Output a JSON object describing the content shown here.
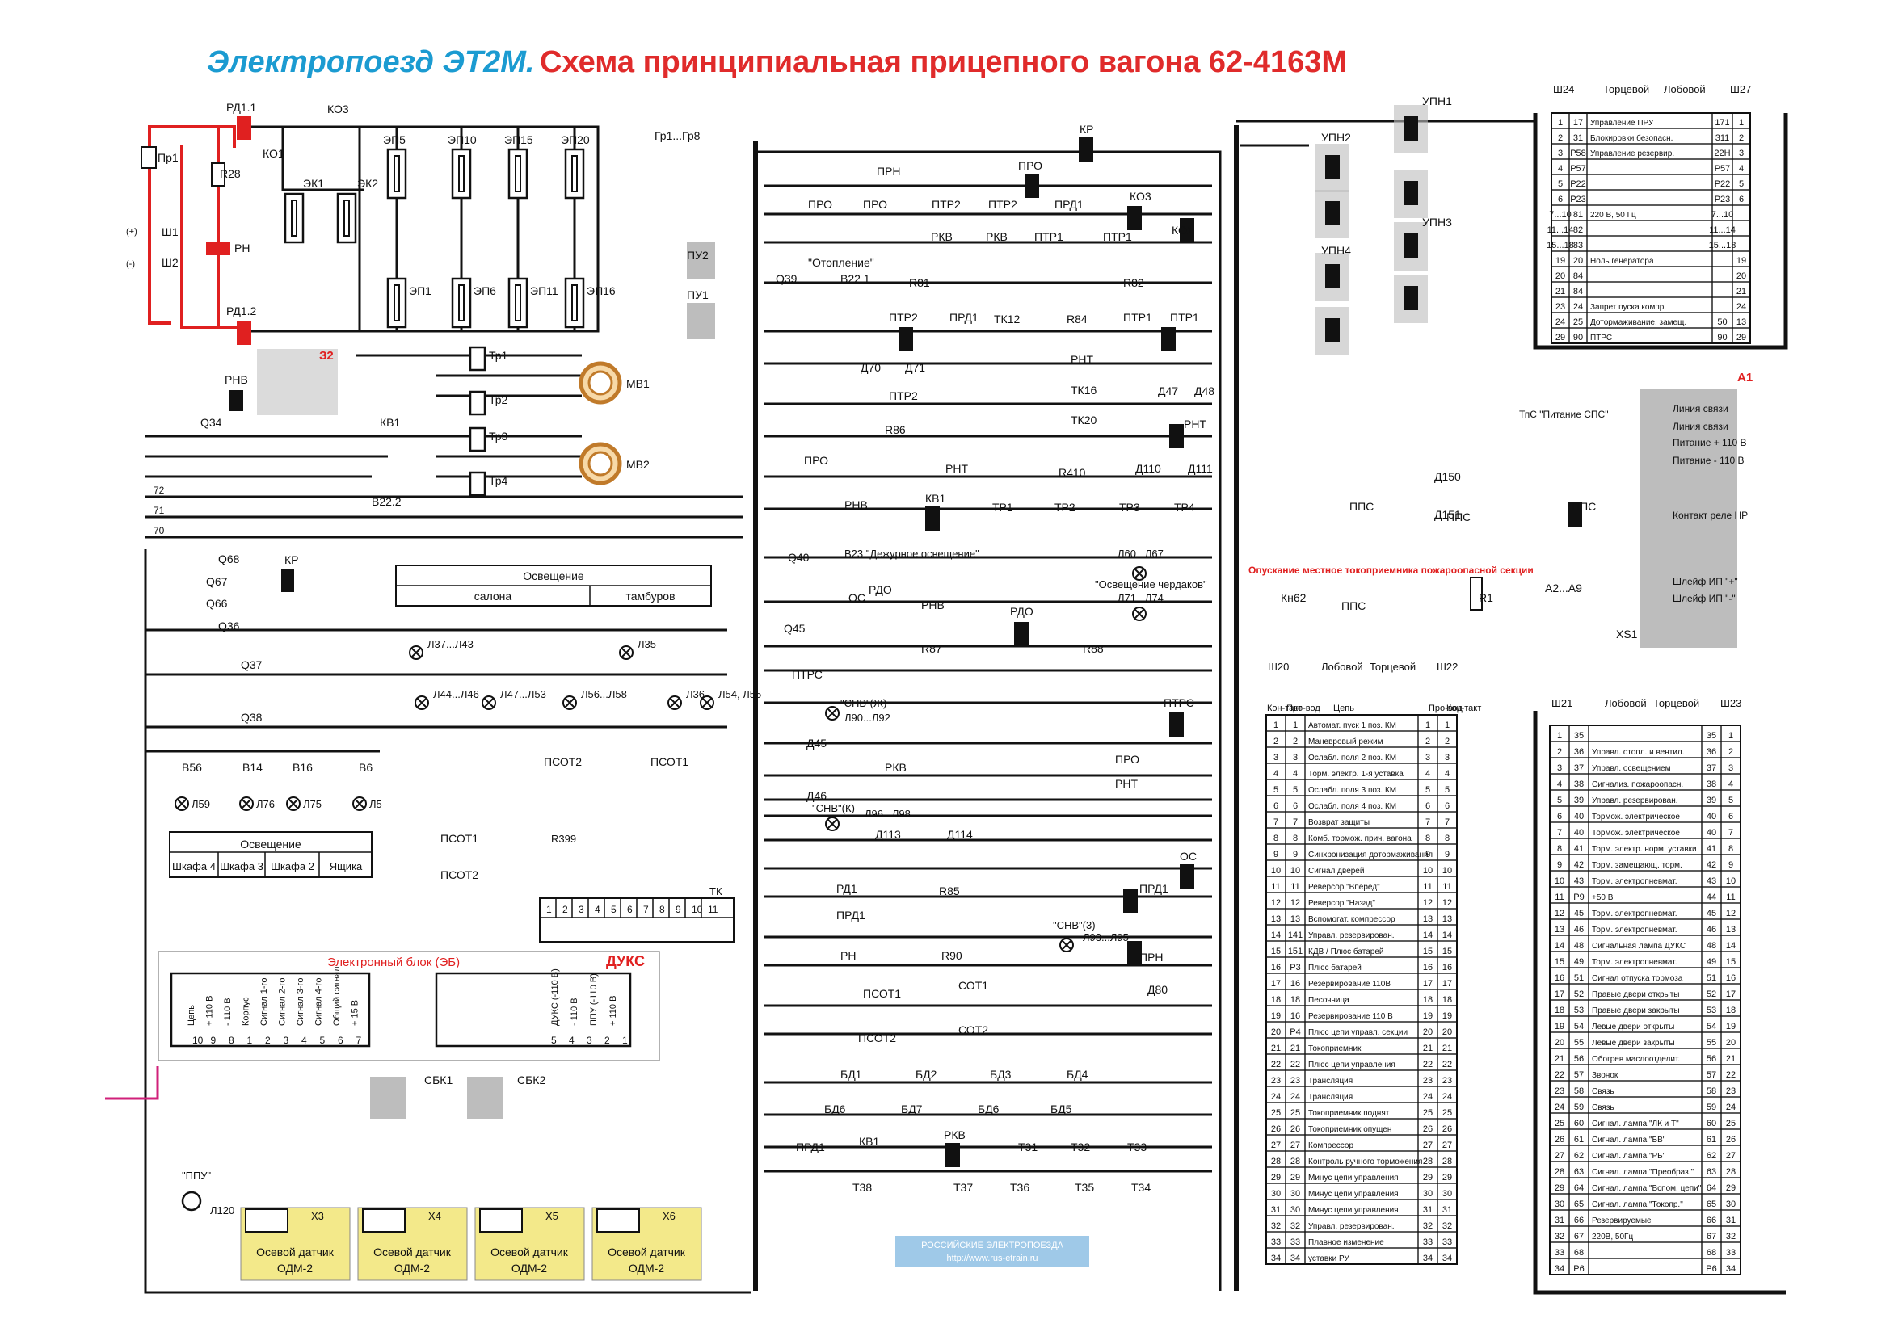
{
  "header": {
    "train": "Электропоезд ЭТ2М.",
    "title": "Схема принципиальная прицепного вагона 62-4163М"
  },
  "colors": {
    "wire": "#111111",
    "red_circuit": "#e02020",
    "magenta": "#d0207a",
    "sensor_fill": "#f3e98a",
    "shaded_block": "#bdbdbd",
    "title_blue": "#1b9bd1",
    "title_red": "#e02b2b"
  },
  "components": {
    "rd11": "РД1.1",
    "rd12": "РД1.2",
    "pr1": "Пр1",
    "r28": "R28",
    "rn": "РН",
    "sh1": "Ш1",
    "sh2": "Ш2",
    "ko3": "КО3",
    "ko1": "КО1",
    "ek1": "ЭК1",
    "ek2": "ЭК2",
    "ep5": "ЭП5",
    "ep10": "ЭП10",
    "ep15": "ЭП15",
    "ep20": "ЭП20",
    "ep1": "ЭП1",
    "ep6": "ЭП6",
    "ep11": "ЭП11",
    "ep16": "ЭП16",
    "rnv": "РНВ",
    "z2": "З2",
    "mv1": "МВ1",
    "mv2": "МВ2",
    "tr1": "Тр1",
    "tr2": "Тр2",
    "tr3": "Тр3",
    "tr4": "Тр4",
    "q34": "Q34",
    "kv1": "КВ1",
    "v222": "В22.2",
    "gr": "Гр1...Гр8",
    "pu2": "ПУ2",
    "pu1": "ПУ1",
    "upn1": "УПН1",
    "upn2": "УПН2",
    "upn3": "УПН3",
    "upn4": "УПН4",
    "kr": "КР",
    "pro": "ПРО",
    "prn": "ПРН",
    "ptr2": "ПТР2",
    "prd1": "ПРД1",
    "rkv": "РКВ",
    "ptr1": "ПТР1",
    "heating": "\"Отопление\"",
    "q39": "Q39",
    "v221": "В22.1",
    "r81": "R81",
    "r82": "R82",
    "tk12": "ТК12",
    "r84": "R84",
    "rnt": "РНТ",
    "tk16": "ТК16",
    "tk20": "ТК20",
    "d70": "Д70",
    "d71": "Д71",
    "r86": "R86",
    "d47": "Д47",
    "d48": "Д48",
    "r410": "R410",
    "d110": "Д110",
    "d111": "Д111",
    "rnv2": "РНВ",
    "kv1b": "КВ1",
    "tp1": "ТР1",
    "tp2": "ТР2",
    "tp3": "ТР3",
    "tp4": "ТР4",
    "q40": "Q40",
    "v23": "В23 \"Дежурное освещение\"",
    "l60": "Л60...Л67",
    "attic": "\"Освещение чердаков\"",
    "os": "ОС",
    "rdo": "РДО",
    "l71": "Л71...Л74",
    "q45": "Q45",
    "r87": "R87",
    "r88": "R88",
    "ptrs": "ПТРС",
    "snvzh": "\"СНВ\"(Ж)",
    "l90": "Л90...Л92",
    "d45": "Д45",
    "d46": "Д46",
    "psot2": "ПСОТ2",
    "psot1": "ПСОТ1",
    "snvk": "\"СНВ\"(К)",
    "l96": "Л96...Л98",
    "d113": "Д113",
    "d114": "Д114",
    "rd1": "РД1",
    "r85": "R85",
    "snv3": "\"СНВ\"(3)",
    "l93": "Л93...Л95",
    "rn2": "РН",
    "r90": "R90",
    "d80": "Д80",
    "sot1": "СОТ1",
    "sot2": "СОТ2",
    "bd1": "БД1",
    "bd2": "БД2",
    "bd3": "БД3",
    "bd4": "БД4",
    "bd5": "БД5",
    "bd6": "БД6",
    "bd7": "БД7",
    "t31": "Т31",
    "t32": "Т32",
    "t33": "Т33",
    "t34": "Т34",
    "t35": "Т35",
    "t36": "Т36",
    "t37": "Т37",
    "t38": "Т38",
    "q68": "Q68",
    "q67": "Q67",
    "q66": "Q66",
    "q36": "Q36",
    "q37": "Q37",
    "q38": "Q38",
    "l37": "Л37...Л43",
    "l35": "Л35",
    "l44": "Л44...Л46",
    "l47": "Л47...Л53",
    "l56": "Л56...Л58",
    "l36": "Л36",
    "l54": "Л54, Л55",
    "v56": "В56",
    "v14": "В14",
    "v16": "В16",
    "v6": "В6",
    "l59": "Л59",
    "l76": "Л76",
    "l75": "Л75",
    "l5": "Л5",
    "r399": "R399",
    "tk": "ТК",
    "eb": "Электронный блок (ЭБ)",
    "duks": "ДУКС",
    "sbk1": "СБК1",
    "sbk2": "СБК2",
    "ppu": "\"ППУ\"",
    "l120": "Л120",
    "tps": "ТпС \"Питание СПС\"",
    "d150": "Д150",
    "d151": "Д151",
    "pps": "ППС",
    "local_release": "Опускание местное токоприемника пожароопасной секции",
    "kn62": "Кн62",
    "r1": "R1",
    "a2": "А2...А9",
    "xs1": "XS1",
    "a1": "А1"
  },
  "lighting": {
    "title": "Освещение",
    "salon": "салона",
    "vestibule": "тамбуров",
    "title2": "Освещение",
    "cab4": "Шкафа 4",
    "cab3": "Шкафа 3",
    "cab2": "Шкафа 2",
    "box": "Ящика"
  },
  "eb_headers": [
    "Цепь",
    "+ 110 В",
    "- 110 В",
    "Корпус",
    "Сигнал 1-го",
    "Сигнал 2-го",
    "Сигнал 3-го",
    "Сигнал 4-го",
    "Общий сигнал",
    "+ 15 В"
  ],
  "eb_pins": [
    "10",
    "9",
    "8",
    "1",
    "2",
    "3",
    "4",
    "5",
    "6",
    "7"
  ],
  "duks_headers": [
    "ДУКС (-110 В)",
    "- 110 В",
    "ППУ (-110 В)",
    "+ 110 В"
  ],
  "duks_pins": [
    "5",
    "4",
    "3",
    "2",
    "1"
  ],
  "sensors": [
    {
      "x": "X3",
      "label": "Осевой датчик",
      "type": "ОДМ-2"
    },
    {
      "x": "X4",
      "label": "Осевой датчик",
      "type": "ОДМ-2"
    },
    {
      "x": "X5",
      "label": "Осевой датчик",
      "type": "ОДМ-2"
    },
    {
      "x": "X6",
      "label": "Осевой датчик",
      "type": "ОДМ-2"
    }
  ],
  "tables": {
    "top_right": {
      "left": "Ш24",
      "mid1": "Торцевой",
      "mid2": "Лобовой",
      "right": "Ш27",
      "rows": [
        [
          "1",
          "17",
          "Управление ПРУ",
          "171",
          "1"
        ],
        [
          "2",
          "31",
          "Блокировки безопасн.",
          "311",
          "2"
        ],
        [
          "3",
          "Р58",
          "Управление резервир.",
          "22Н",
          "3"
        ],
        [
          "4",
          "Р57",
          "",
          "Р57",
          "4"
        ],
        [
          "5",
          "Р22",
          "",
          "Р22",
          "5"
        ],
        [
          "6",
          "Р23",
          "",
          "Р23",
          "6"
        ],
        [
          "7...10",
          "81",
          "220 В, 50 Гц",
          "7...10",
          ""
        ],
        [
          "11...14",
          "82",
          "",
          "11...14",
          ""
        ],
        [
          "15...18",
          "83",
          "",
          "15...18",
          ""
        ],
        [
          "19",
          "20",
          "Ноль генератора",
          "",
          "19"
        ],
        [
          "20",
          "84",
          "",
          "",
          "20"
        ],
        [
          "21",
          "84",
          "",
          "",
          "21"
        ],
        [
          "23",
          "24",
          "Запрет пуска компр.",
          "",
          "24"
        ],
        [
          "24",
          "25",
          "Дотормаживание, замещ.",
          "50",
          "13"
        ],
        [
          "29",
          "90",
          "ПТРС",
          "90",
          "29"
        ]
      ]
    },
    "mid": {
      "left": "Ш20",
      "mid1": "Лобовой",
      "mid2": "Торцевой",
      "right": "Ш22",
      "h1": "Кон-такт",
      "h2": "Про-вод",
      "h3": "Цепь",
      "h4": "Про-вод",
      "h5": "Кон-такт",
      "rows": [
        [
          "1",
          "1",
          "Автомат. пуск 1 поз. КМ",
          "1",
          "1"
        ],
        [
          "2",
          "2",
          "Маневровый режим",
          "2",
          "2"
        ],
        [
          "3",
          "3",
          "Ослабл. поля 2 поз. КМ",
          "3",
          "3"
        ],
        [
          "4",
          "4",
          "Торм. электр. 1-я уставка",
          "4",
          "4"
        ],
        [
          "5",
          "5",
          "Ослабл. поля 3 поз. КМ",
          "5",
          "5"
        ],
        [
          "6",
          "6",
          "Ослабл. поля 4 поз. КМ",
          "6",
          "6"
        ],
        [
          "7",
          "7",
          "Возврат защиты",
          "7",
          "7"
        ],
        [
          "8",
          "8",
          "Комб. тормож. прич. вагона",
          "8",
          "8"
        ],
        [
          "9",
          "9",
          "Синхронизация дотормаживания",
          "9",
          "9"
        ],
        [
          "10",
          "10",
          "Сигнал дверей",
          "10",
          "10"
        ],
        [
          "11",
          "11",
          "Реверсор \"Вперед\"",
          "11",
          "11"
        ],
        [
          "12",
          "12",
          "Реверсор \"Назад\"",
          "12",
          "12"
        ],
        [
          "13",
          "13",
          "Вспомогат. компрессор",
          "13",
          "13"
        ],
        [
          "14",
          "141",
          "Управл. резервирован.",
          "14",
          "14"
        ],
        [
          "15",
          "151",
          "КДВ / Плюс батарей",
          "15",
          "15"
        ],
        [
          "16",
          "Р3",
          "Плюс батарей",
          "16",
          "16"
        ],
        [
          "17",
          "16",
          "Резервирование 110В",
          "17",
          "17"
        ],
        [
          "18",
          "18",
          "Песочница",
          "18",
          "18"
        ],
        [
          "19",
          "16",
          "Резервирование 110 В",
          "19",
          "19"
        ],
        [
          "20",
          "Р4",
          "Плюс цепи управл. секции",
          "20",
          "20"
        ],
        [
          "21",
          "21",
          "Токоприемник",
          "21",
          "21"
        ],
        [
          "22",
          "22",
          "Плюс цепи управления",
          "22",
          "22"
        ],
        [
          "23",
          "23",
          "Трансляция",
          "23",
          "23"
        ],
        [
          "24",
          "24",
          "Трансляция",
          "24",
          "24"
        ],
        [
          "25",
          "25",
          "Токоприемник поднят",
          "25",
          "25"
        ],
        [
          "26",
          "26",
          "Токоприемник опущен",
          "26",
          "26"
        ],
        [
          "27",
          "27",
          "Компрессор",
          "27",
          "27"
        ],
        [
          "28",
          "28",
          "Контроль ручного торможения",
          "28",
          "28"
        ],
        [
          "29",
          "29",
          "Минус цепи управления",
          "29",
          "29"
        ],
        [
          "30",
          "30",
          "Минус цепи управления",
          "30",
          "30"
        ],
        [
          "31",
          "30",
          "Минус цепи управления",
          "31",
          "31"
        ],
        [
          "32",
          "32",
          "Управл. резервирован.",
          "32",
          "32"
        ],
        [
          "33",
          "33",
          "Плавное изменение",
          "33",
          "33"
        ],
        [
          "34",
          "34",
          "уставки РУ",
          "34",
          "34"
        ]
      ]
    },
    "bottom_right": {
      "left": "Ш21",
      "mid1": "Лобовой",
      "mid2": "Торцевой",
      "right": "Ш23",
      "rows": [
        [
          "1",
          "35",
          "",
          "35",
          "1"
        ],
        [
          "2",
          "36",
          "Управл. отопл. и вентил.",
          "36",
          "2"
        ],
        [
          "3",
          "37",
          "Управл. освещением",
          "37",
          "3"
        ],
        [
          "4",
          "38",
          "Сигнализ. пожароопасн.",
          "38",
          "4"
        ],
        [
          "5",
          "39",
          "Управл. резервирован.",
          "39",
          "5"
        ],
        [
          "6",
          "40",
          "Тормож. электрическое",
          "40",
          "6"
        ],
        [
          "7",
          "40",
          "Тормож. электрическое",
          "40",
          "7"
        ],
        [
          "8",
          "41",
          "Торм. электр. норм. уставки",
          "41",
          "8"
        ],
        [
          "9",
          "42",
          "Торм. замещающ. торм.",
          "42",
          "9"
        ],
        [
          "10",
          "43",
          "Торм. электропневмат.",
          "43",
          "10"
        ],
        [
          "11",
          "Р9",
          "+50 В",
          "44",
          "11"
        ],
        [
          "12",
          "45",
          "Торм. электропневмат.",
          "45",
          "12"
        ],
        [
          "13",
          "46",
          "Торм. электропневмат.",
          "46",
          "13"
        ],
        [
          "14",
          "48",
          "Сигнальная лампа ДУКС",
          "48",
          "14"
        ],
        [
          "15",
          "49",
          "Торм. электропневмат.",
          "49",
          "15"
        ],
        [
          "16",
          "51",
          "Сигнал отпуска тормоза",
          "51",
          "16"
        ],
        [
          "17",
          "52",
          "Правые двери открыты",
          "52",
          "17"
        ],
        [
          "18",
          "53",
          "Правые двери закрыты",
          "53",
          "18"
        ],
        [
          "19",
          "54",
          "Левые двери открыты",
          "54",
          "19"
        ],
        [
          "20",
          "55",
          "Левые двери закрыты",
          "55",
          "20"
        ],
        [
          "21",
          "56",
          "Обогрев маслоотделит.",
          "56",
          "21"
        ],
        [
          "22",
          "57",
          "Звонок",
          "57",
          "22"
        ],
        [
          "23",
          "58",
          "Связь",
          "58",
          "23"
        ],
        [
          "24",
          "59",
          "Связь",
          "59",
          "24"
        ],
        [
          "25",
          "60",
          "Сигнал. лампа \"ЛК и Т\"",
          "60",
          "25"
        ],
        [
          "26",
          "61",
          "Сигнал. лампа \"БВ\"",
          "61",
          "26"
        ],
        [
          "27",
          "62",
          "Сигнал. лампа \"РБ\"",
          "62",
          "27"
        ],
        [
          "28",
          "63",
          "Сигнал. лампа \"Преобраз.\"",
          "63",
          "28"
        ],
        [
          "29",
          "64",
          "Сигнал. лампа \"Вспом. цепи\"",
          "64",
          "29"
        ],
        [
          "30",
          "65",
          "Сигнал. лампа \"Токопр.\"",
          "65",
          "30"
        ],
        [
          "31",
          "66",
          "Резервируемые",
          "66",
          "31"
        ],
        [
          "32",
          "67",
          "220В, 50Гц",
          "67",
          "32"
        ],
        [
          "33",
          "68",
          "",
          "68",
          "33"
        ],
        [
          "34",
          "Р6",
          "",
          "Р6",
          "34"
        ]
      ]
    }
  },
  "a1_panel": {
    "rows": [
      "Линия связи",
      "Линия связи",
      "Питание + 110 В",
      "Питание - 110 В",
      "Контакт реле НР",
      "Шлейф ИП \"+\"",
      "Шлейф ИП \"-\""
    ]
  },
  "watermark": {
    "line1": "РОССИЙСКИЕ ЭЛЕКТРОПОЕЗДА",
    "line2": "http://www.rus-etrain.ru"
  }
}
